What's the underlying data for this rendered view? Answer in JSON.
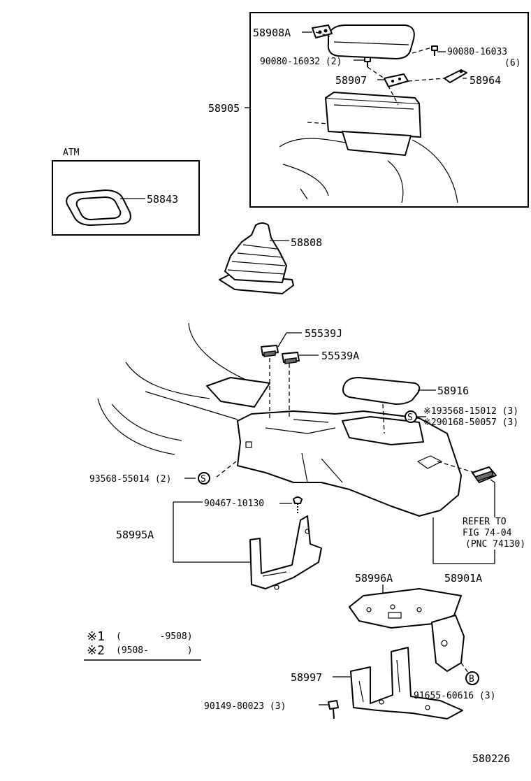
{
  "labels": {
    "p58908A": "58908A",
    "p90080_16032": "90080-16032 (2)",
    "p90080_16033": "90080-16033",
    "p90080_16033_qty": "(6)",
    "p58907": "58907",
    "p58964": "58964",
    "p58905": "58905",
    "atm": "ATM",
    "p58843": "58843",
    "p58808": "58808",
    "p55539J": "55539J",
    "p55539A": "55539A",
    "p58916": "58916",
    "p193568": "※193568-15012 (3)",
    "p290168": "※290168-50057 (3)",
    "p93568": "93568-55014 (2)",
    "p90467": "90467-10130",
    "p58995A": "58995A",
    "refer1": "REFER TO",
    "refer2": "FIG 74-04",
    "refer3": "(PNC 74130)",
    "p58901A": "58901A",
    "p58996A": "58996A",
    "note1_mark": "※1",
    "note1_range": "(       -9508)",
    "note2_mark": "※2",
    "note2_range": "(9508-       )",
    "p58997": "58997",
    "p90149": "90149-80023 (3)",
    "p91655": "91655-60616 (3)",
    "marker_s": "S",
    "marker_b": "B",
    "fig_no": "580226"
  }
}
